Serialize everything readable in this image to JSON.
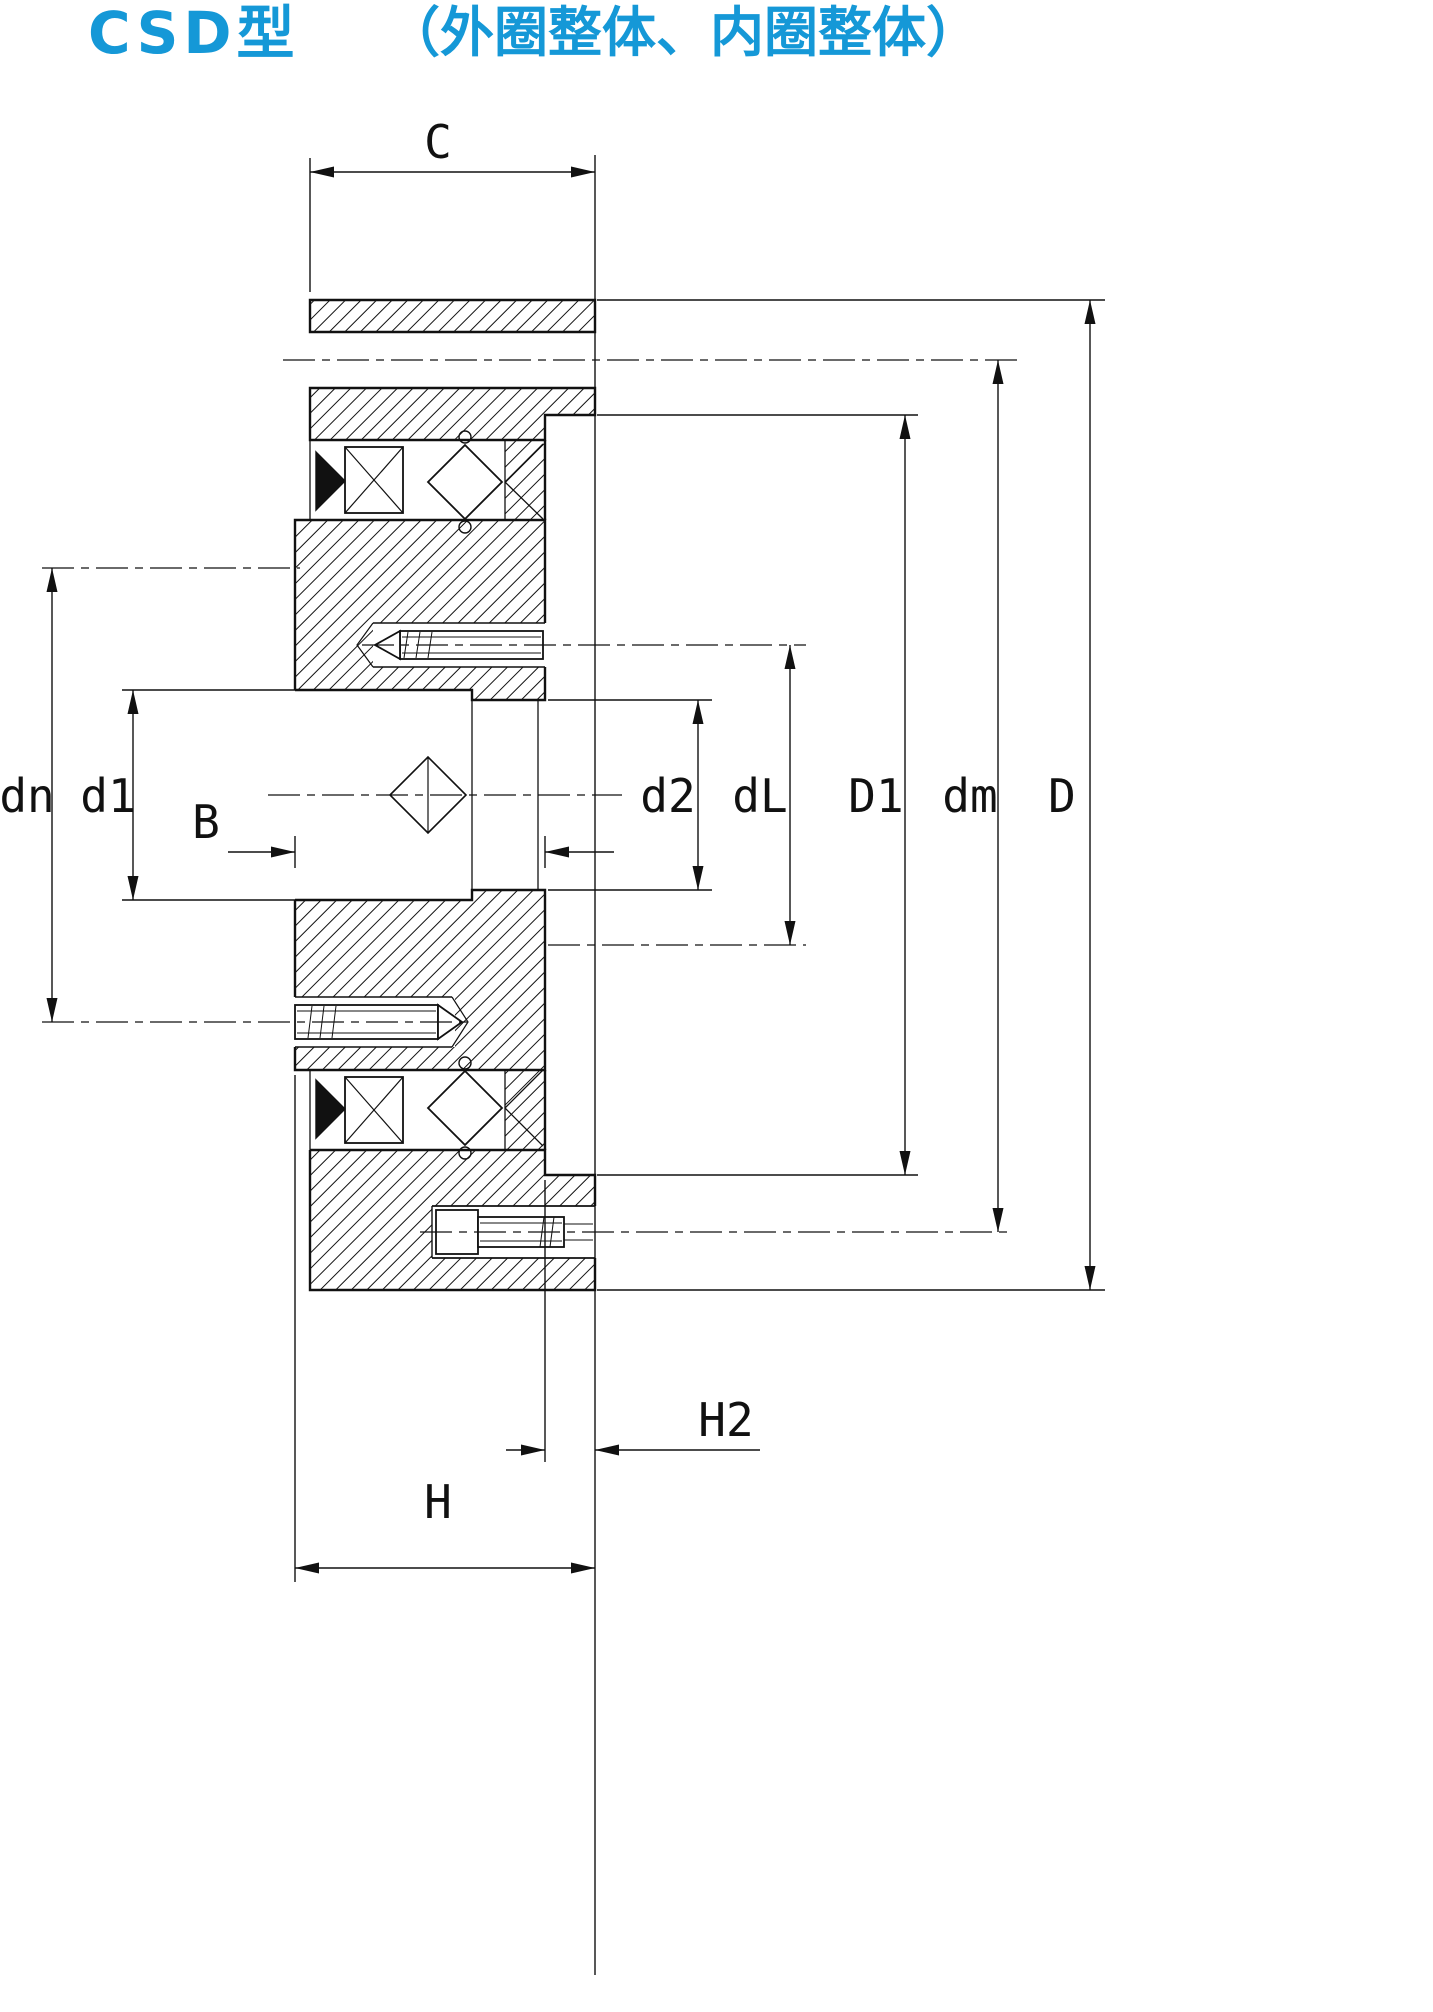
{
  "title": {
    "model": "CSD型",
    "description": "（外圈整体、内圈整体）"
  },
  "colors": {
    "title_blue": "#1598d7",
    "line_black": "#111111",
    "background": "#ffffff"
  },
  "drawing": {
    "type": "crossed-roller-bearing-cross-section",
    "outer_ring": "整体 (integral outer ring)",
    "inner_ring": "整体 (integral inner ring)"
  },
  "dimension_labels": {
    "C": "C",
    "dn": "dn",
    "d1": "d1",
    "B": "B",
    "d2": "d2",
    "dL": "dL",
    "D1": "D1",
    "dm": "dm",
    "D": "D",
    "H2": "H2",
    "H": "H"
  }
}
